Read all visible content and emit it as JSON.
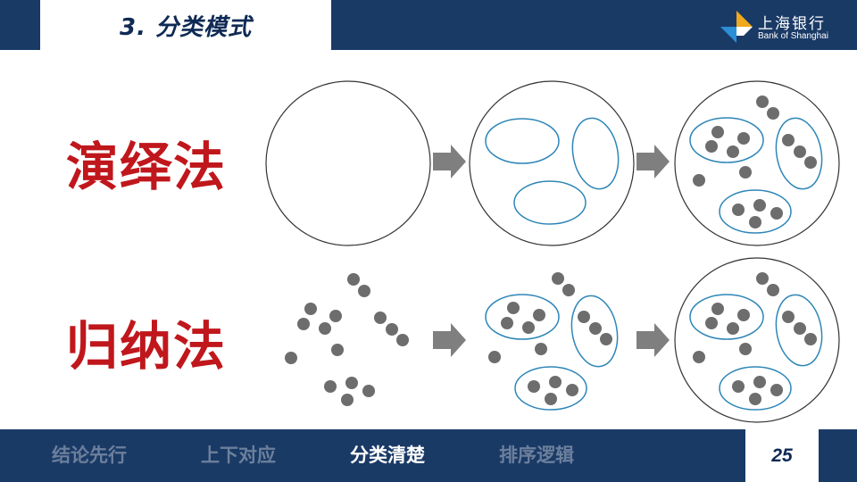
{
  "header": {
    "title": "3. 分类模式"
  },
  "logo": {
    "name_cn": "上海银行",
    "name_en": "Bank of Shanghai"
  },
  "rows": [
    {
      "label": "演绎法"
    },
    {
      "label": "归纳法"
    }
  ],
  "nav": {
    "items": [
      {
        "label": "结论先行",
        "active": false
      },
      {
        "label": "上下对应",
        "active": false
      },
      {
        "label": "分类清楚",
        "active": true
      },
      {
        "label": "排序逻辑",
        "active": false
      }
    ]
  },
  "page_number": "25",
  "colors": {
    "header_bg": "#1a3a66",
    "label_red": "#c0171c",
    "group_outline": "#2e86b8",
    "dot": "#6d6d6d",
    "arrow": "#7f7f7f"
  }
}
